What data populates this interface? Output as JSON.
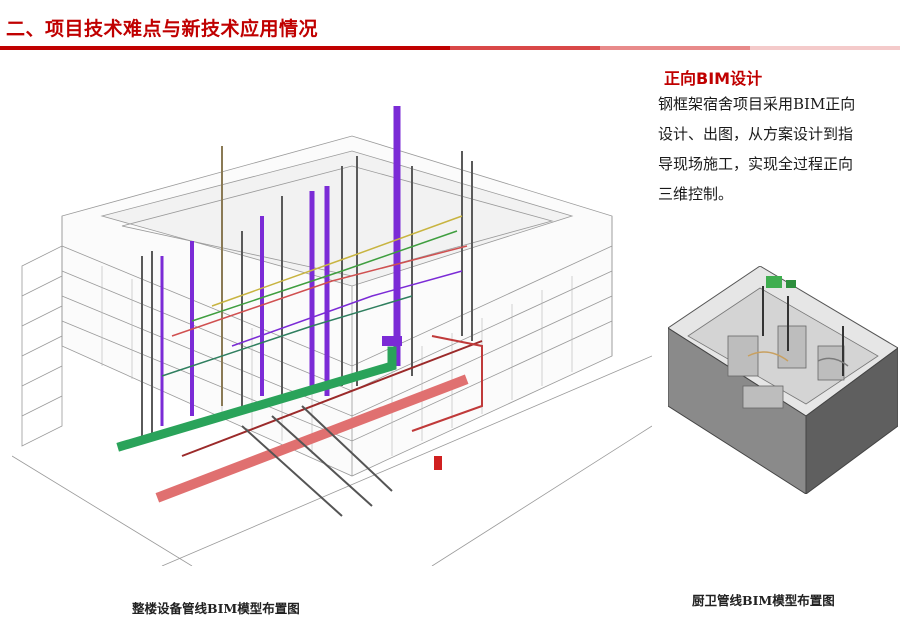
{
  "slide": {
    "title": "二、项目技术难点与新技术应用情况",
    "accent_color": "#c00000"
  },
  "section": {
    "heading": "正向BIM设计",
    "lines": [
      "钢框架宿舍项目采用BIM正向",
      "设计、出图，从方案设计到指",
      "导现场施工，实现全过程正向",
      "三维控制。"
    ]
  },
  "figures": {
    "main_caption": "整楼设备管线BIM模型布置图",
    "kitchen_caption": "厨卫管线BIM模型布置图"
  }
}
